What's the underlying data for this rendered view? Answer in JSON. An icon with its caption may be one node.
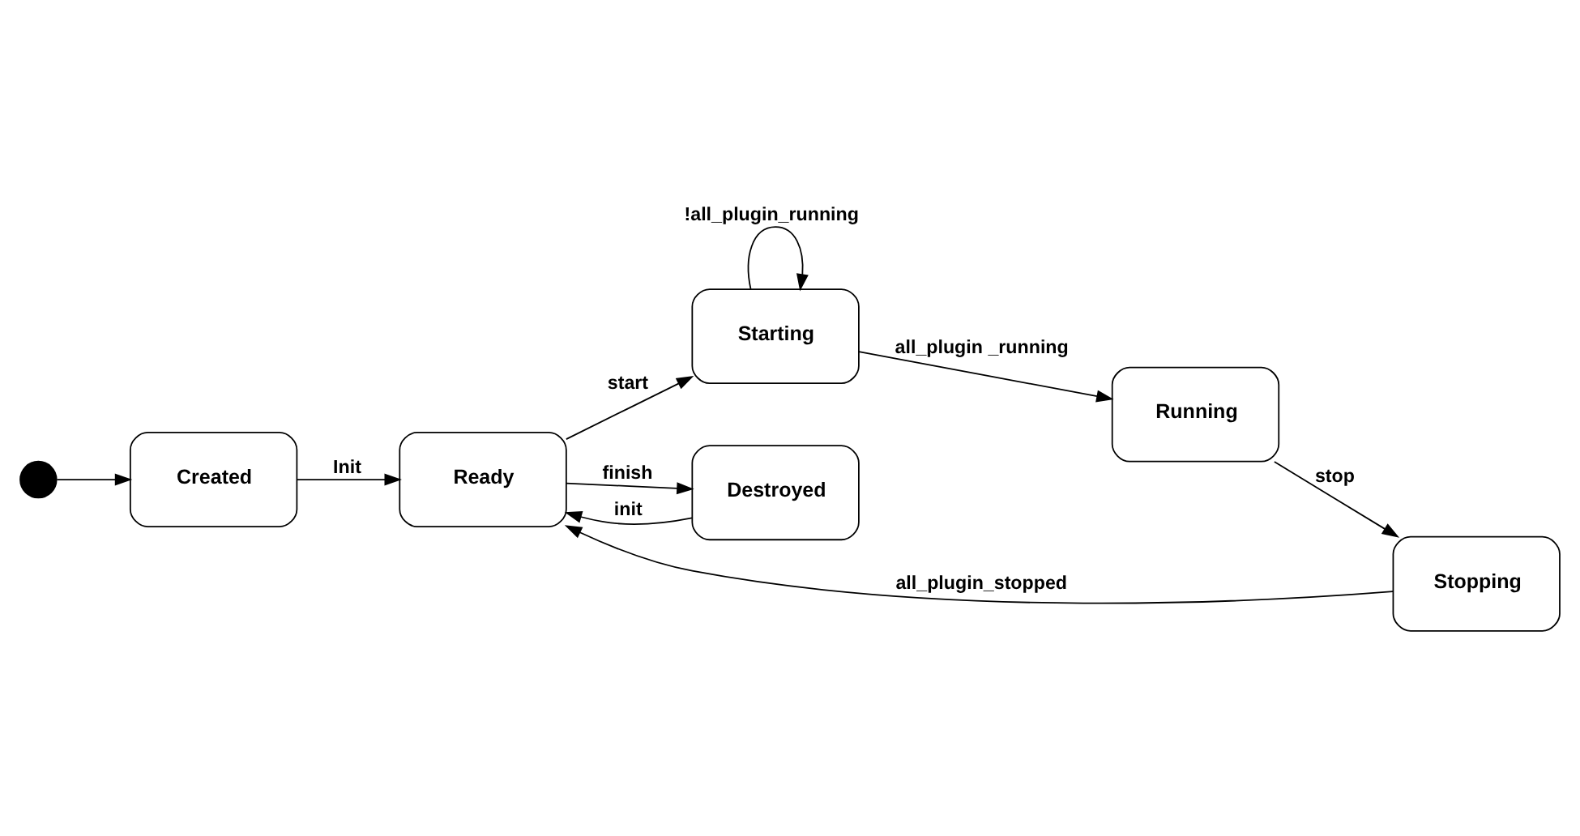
{
  "diagram": {
    "nodes": [
      {
        "text": [],
        "shape": "circle"
      },
      {
        "text": [
          "Created"
        ]
      },
      {
        "text": [
          "Ready"
        ]
      },
      {
        "text": [
          "Starting"
        ]
      },
      {
        "text": [
          "Running"
        ]
      },
      {
        "text": [
          "Destroyed"
        ]
      },
      {
        "text": [
          "Stopping"
        ]
      }
    ],
    "edges": [
      {
        "from": 0,
        "to": 1,
        "arrow": "to"
      },
      {
        "from": 1,
        "to": 2,
        "arrow": "to",
        "label": "Init"
      },
      {
        "from": 2,
        "to": 3,
        "arrow": "to",
        "label": "start"
      },
      {
        "from": 3,
        "to": 3,
        "arrow": "to",
        "label": "!all_plugin_running"
      },
      {
        "from": 3,
        "to": 4,
        "arrow": "to",
        "label": "all_plugin _running"
      },
      {
        "from": 4,
        "to": 6,
        "arrow": "to",
        "label": "stop"
      },
      {
        "from": 2,
        "to": 5,
        "arrow": "to",
        "label": "finish"
      },
      {
        "from": 5,
        "to": 2,
        "arrow": "to",
        "label": "init"
      },
      {
        "from": 6,
        "to": 2,
        "arrow": "to",
        "label": "all_plugin_stopped"
      }
    ]
  }
}
